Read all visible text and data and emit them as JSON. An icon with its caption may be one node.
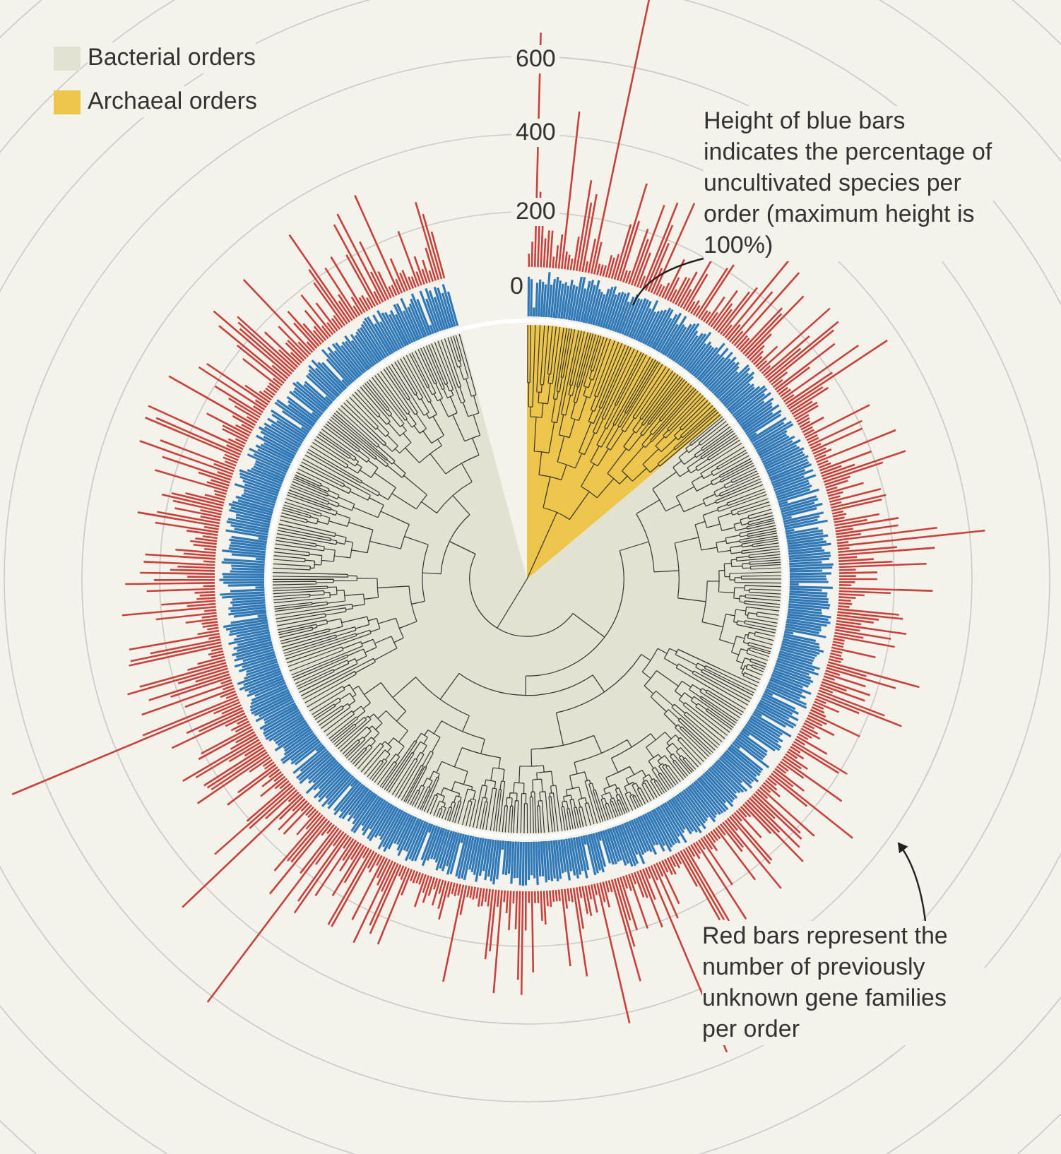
{
  "diagram": {
    "nodes": [
      {
        "text": [
          "Height of blue bars indicates the percentage of uncultivated species per order (maximum height is 100%)"
        ]
      },
      {
        "text": [
          "Red bars represent the number of previously unknown gene families per order"
        ]
      }
    ],
    "edges": [
      {
        "from": 0,
        "to": null,
        "arrow": "none"
      },
      {
        "from": 1,
        "to": null,
        "arrow": "to"
      }
    ],
    "labels": [
      "600",
      "400",
      "200",
      "0"
    ],
    "legend": [
      {
        "text": "Bacterial orders",
        "color": "#e3e2d2"
      },
      {
        "text": "Archaeal orders",
        "color": "#ecc54a"
      }
    ]
  }
}
